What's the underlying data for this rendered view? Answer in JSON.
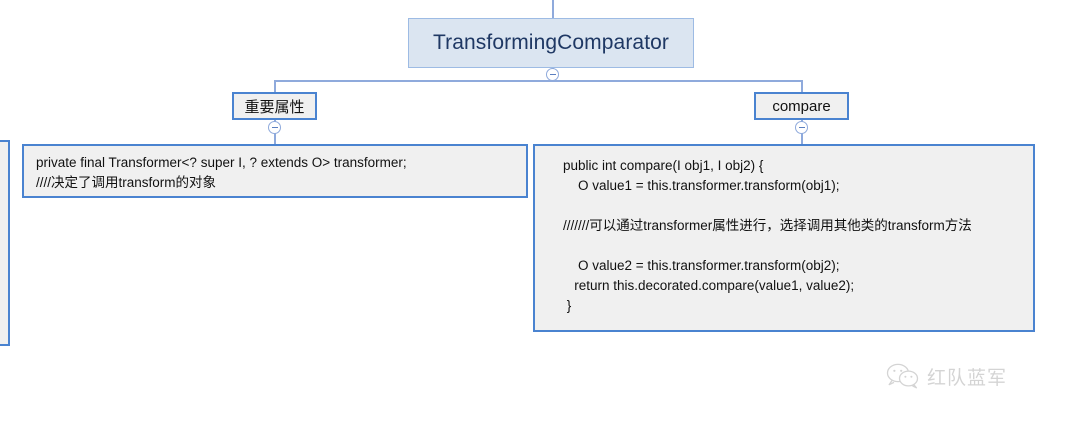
{
  "diagram": {
    "type": "mind-map",
    "root": {
      "label": "TransformingComparator"
    },
    "children": [
      {
        "id": "attrs",
        "label": "重要属性",
        "leaf": {
          "lines": [
            "private final Transformer<? super I, ? extends O> transformer;",
            "////决定了调用transform的对象"
          ]
        }
      },
      {
        "id": "compare",
        "label": "compare",
        "leaf": {
          "lines": [
            "public int compare(I obj1, I obj2) {",
            "    O value1 = this.transformer.transform(obj1);",
            "",
            "///////可以通过transformer属性进行，选择调用其他类的transform方法",
            "",
            "    O value2 = this.transformer.transform(obj2);",
            "   return this.decorated.compare(value1, value2);",
            " }"
          ]
        }
      }
    ],
    "colors": {
      "root_fill": "#dbe5f1",
      "root_border": "#9dbbe4",
      "root_text": "#1f3864",
      "node_fill": "#f0f0f0",
      "node_border": "#4a83d0",
      "connector": "#8faadc",
      "body_text": "#111111"
    }
  },
  "watermark": {
    "icon": "wechat-icon",
    "text": "红队蓝军"
  }
}
